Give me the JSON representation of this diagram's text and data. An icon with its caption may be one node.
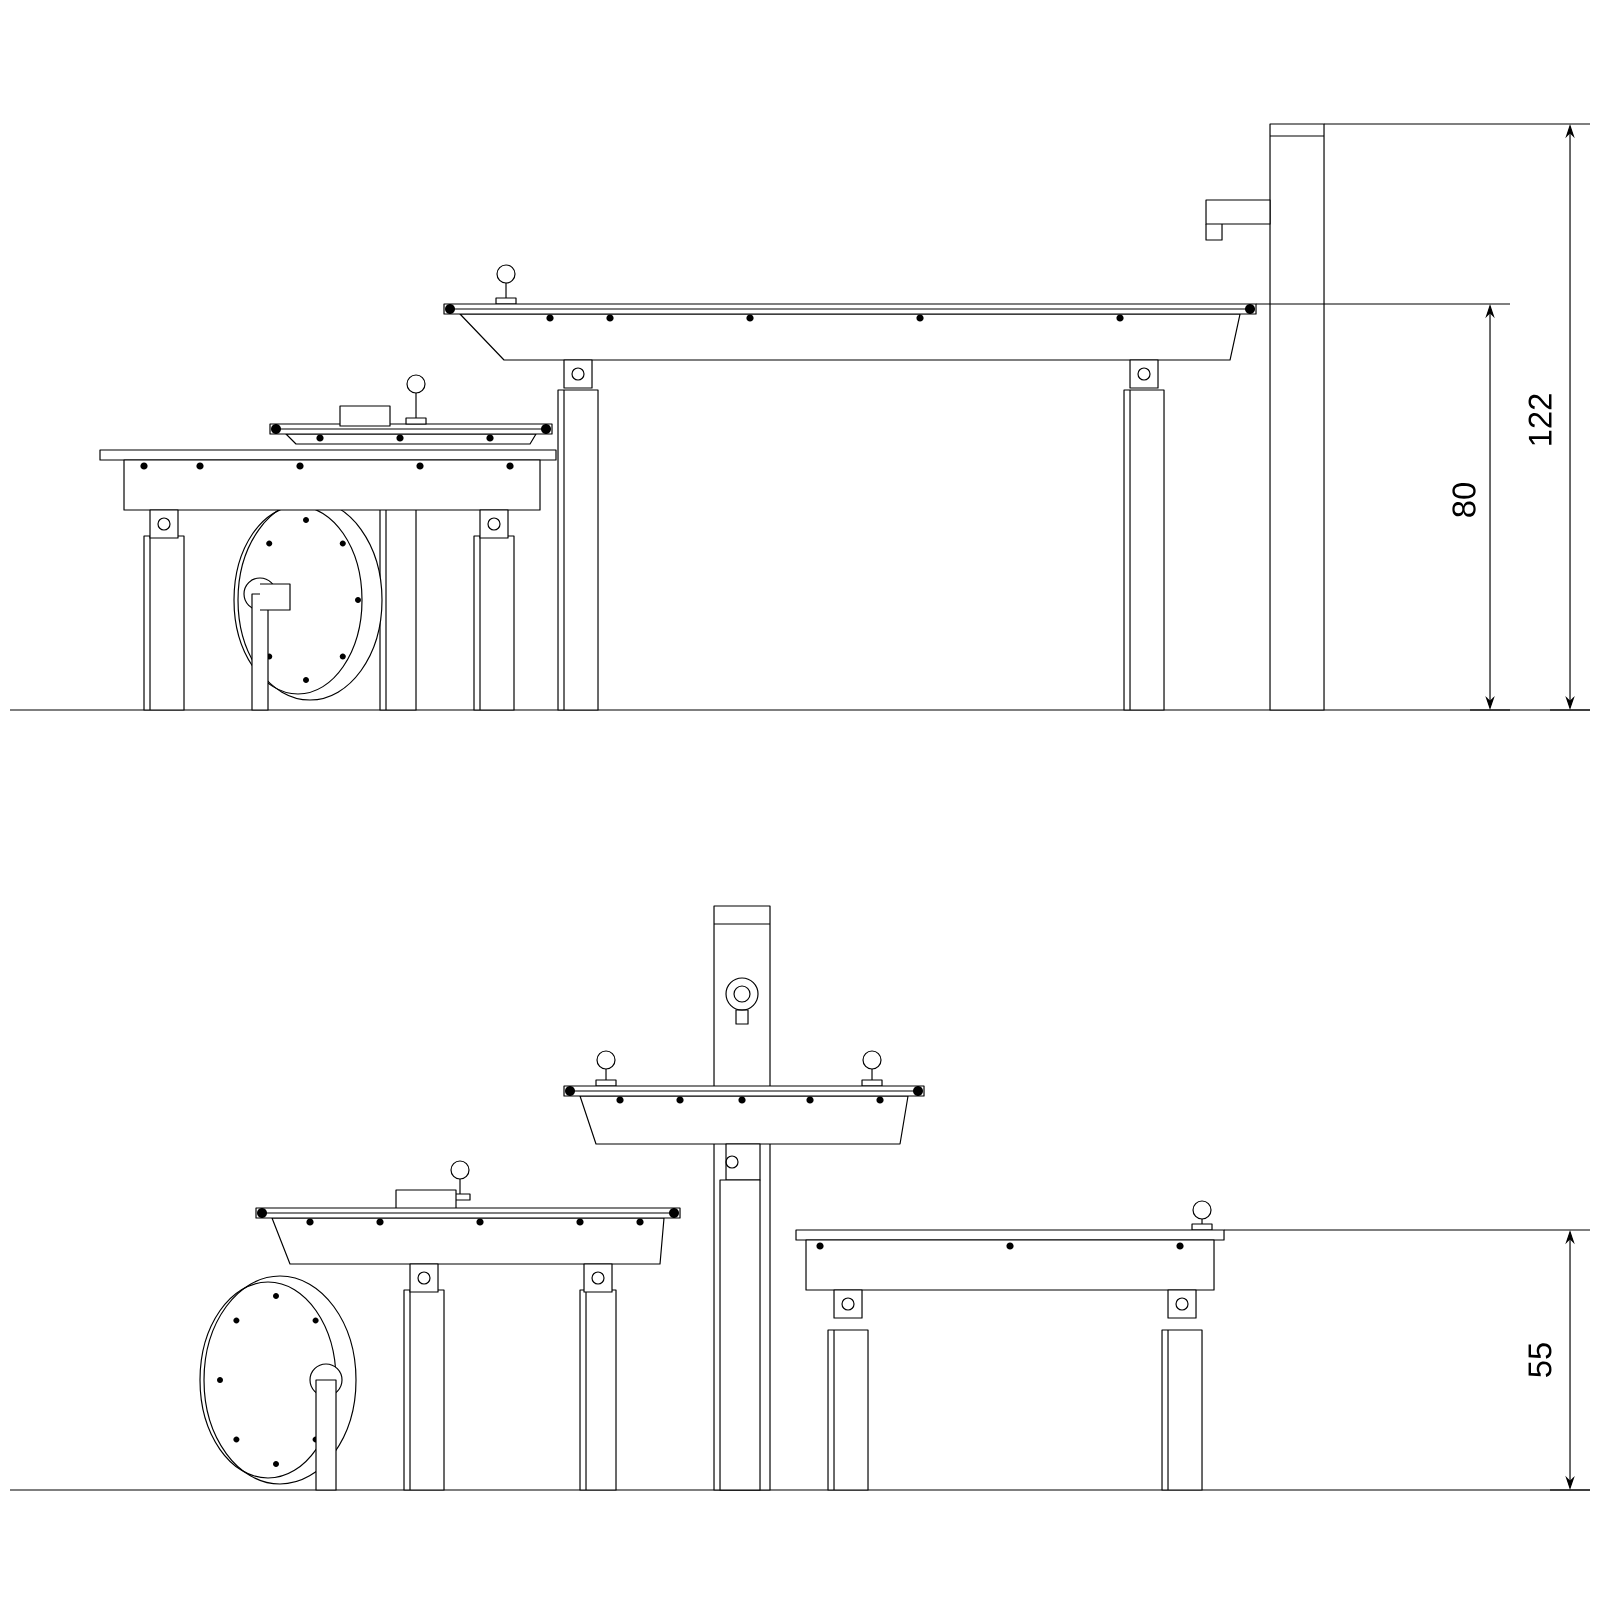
{
  "diagram": {
    "labels": [
      "122",
      "80",
      "55"
    ]
  }
}
